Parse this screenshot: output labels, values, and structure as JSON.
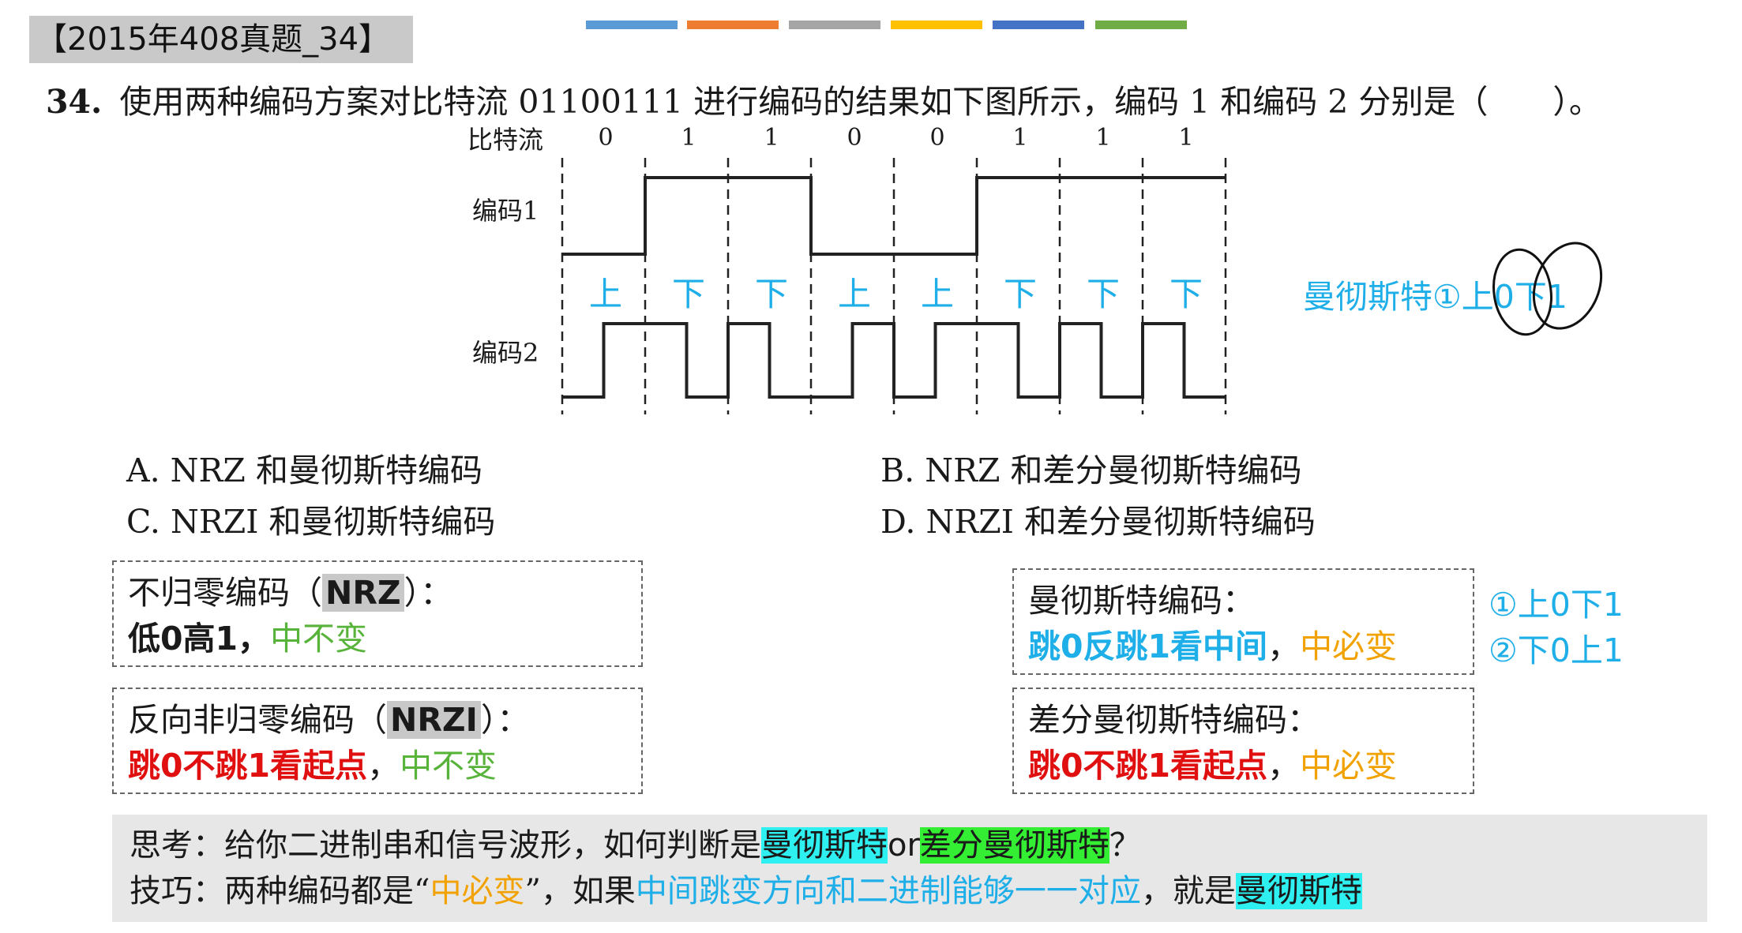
{
  "title_tag": "【2015年408真题_34】",
  "color_bars": [
    "#5b9bd5",
    "#ed7d31",
    "#a5a5a5",
    "#ffc000",
    "#4472c4",
    "#70ad47"
  ],
  "question": {
    "number": "34.",
    "text": "使用两种编码方案对比特流 01100111 进行编码的结果如下图所示，编码 1 和编码 2 分别是（　　）。"
  },
  "diagram": {
    "bitstream_label": "比特流",
    "bits": [
      "0",
      "1",
      "1",
      "0",
      "0",
      "1",
      "1",
      "1"
    ],
    "code1_label": "编码1",
    "code2_label": "编码2",
    "code1_levels": [
      0,
      1,
      1,
      0,
      0,
      1,
      1,
      1
    ],
    "code2_transitions": [
      "上",
      "下",
      "下",
      "上",
      "上",
      "下",
      "下",
      "下"
    ]
  },
  "manchester_note": {
    "text": "曼彻斯特①",
    "circled_a": "上0",
    "circled_b": "下1"
  },
  "options": {
    "a": "A.  NRZ 和曼彻斯特编码",
    "b": "B.  NRZ 和差分曼彻斯特编码",
    "c": "C.  NRZI 和曼彻斯特编码",
    "d": "D.  NRZI 和差分曼彻斯特编码"
  },
  "boxes": {
    "nrz": {
      "title_pre": "不归零编码（",
      "title_hl": "NRZ",
      "title_post": "）：",
      "l2_a": "低0高1，",
      "l2_b": "中不变"
    },
    "nrzi": {
      "title_pre": "反向非归零编码（",
      "title_hl": "NRZI",
      "title_post": "）：",
      "l2_a": "跳0不跳1看起点",
      "l2_sep": "，",
      "l2_b": "中不变"
    },
    "manchester": {
      "title": "曼彻斯特编码：",
      "l2_a": "跳0反跳1看中间",
      "l2_sep": "，",
      "l2_b": "中必变"
    },
    "diff_manchester": {
      "title": "差分曼彻斯特编码：",
      "l2_a": "跳0不跳1看起点",
      "l2_sep": "，",
      "l2_b": "中必变"
    }
  },
  "side_notes": {
    "n1": "①上0下1",
    "n2": "②下0上1"
  },
  "think": {
    "l1_a": "思考：给你二进制串和信号波形，如何判断是",
    "l1_hl1": "曼彻斯特",
    "l1_or": "or",
    "l1_hl2": "差分曼彻斯特",
    "l1_q": "？",
    "l2_a": "技巧：两种编码都是“",
    "l2_b": "中必变",
    "l2_c": "”，如果",
    "l2_d": "中间跳变方向和二进制能够一一对应",
    "l2_e": "，就是",
    "l2_hl": "曼彻斯特"
  }
}
